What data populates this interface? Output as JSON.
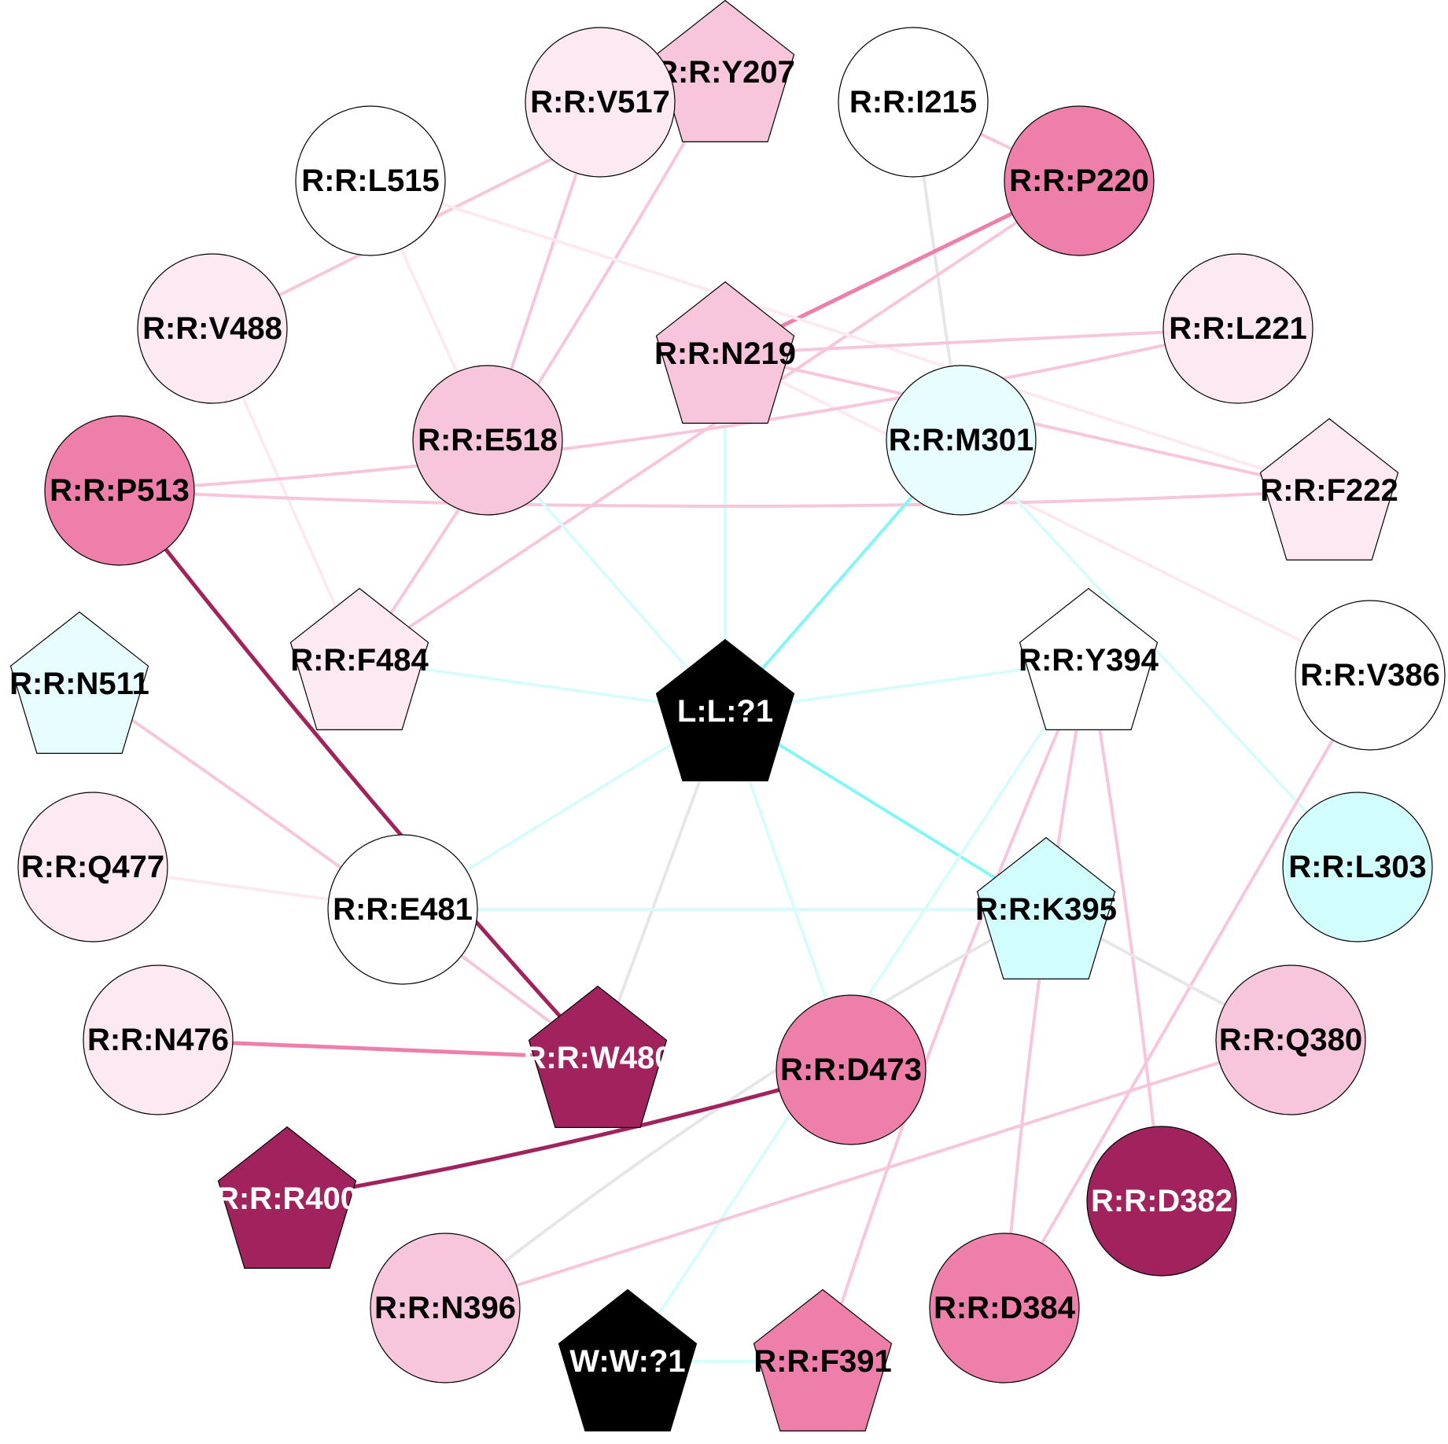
{
  "colors": {
    "white": "#ffffff",
    "light_pink": "#fde9f1",
    "pink": "#f8c6dc",
    "hot_pink": "#ee7fab",
    "magenta": "#a0235e",
    "light_cyan": "#e8fdfd",
    "cyan": "#d2fdfd",
    "black": "#000000",
    "edge_grey": "#e6e6e6",
    "edge_cyan_faint": "#d8fcfc",
    "edge_cyan": "#84f6f6"
  },
  "nodes": [
    {
      "id": "Y207",
      "label": "R:R:Y207",
      "shape": "pentagon",
      "fill": "pink",
      "text": "black"
    },
    {
      "id": "V517",
      "label": "R:R:V517",
      "shape": "circle",
      "fill": "light_pink",
      "text": "black"
    },
    {
      "id": "I215",
      "label": "R:R:I215",
      "shape": "circle",
      "fill": "white",
      "text": "black"
    },
    {
      "id": "L515",
      "label": "R:R:L515",
      "shape": "circle",
      "fill": "white",
      "text": "black"
    },
    {
      "id": "P220",
      "label": "R:R:P220",
      "shape": "circle",
      "fill": "hot_pink",
      "text": "black"
    },
    {
      "id": "V488",
      "label": "R:R:V488",
      "shape": "circle",
      "fill": "light_pink",
      "text": "black"
    },
    {
      "id": "N219",
      "label": "R:R:N219",
      "shape": "pentagon",
      "fill": "pink",
      "text": "black"
    },
    {
      "id": "L221",
      "label": "R:R:L221",
      "shape": "circle",
      "fill": "light_pink",
      "text": "black"
    },
    {
      "id": "E518",
      "label": "R:R:E518",
      "shape": "circle",
      "fill": "pink",
      "text": "black"
    },
    {
      "id": "M301",
      "label": "R:R:M301",
      "shape": "circle",
      "fill": "light_cyan",
      "text": "black"
    },
    {
      "id": "P513",
      "label": "R:R:P513",
      "shape": "circle",
      "fill": "hot_pink",
      "text": "black"
    },
    {
      "id": "F222",
      "label": "R:R:F222",
      "shape": "pentagon",
      "fill": "light_pink",
      "text": "black"
    },
    {
      "id": "F484",
      "label": "R:R:F484",
      "shape": "pentagon",
      "fill": "light_pink",
      "text": "black"
    },
    {
      "id": "N511",
      "label": "R:R:N511",
      "shape": "pentagon",
      "fill": "light_cyan",
      "text": "black"
    },
    {
      "id": "L1",
      "label": "L:L:?1",
      "shape": "pentagon",
      "fill": "black",
      "text": "white"
    },
    {
      "id": "Y394",
      "label": "R:R:Y394",
      "shape": "pentagon",
      "fill": "white",
      "text": "black"
    },
    {
      "id": "V386",
      "label": "R:R:V386",
      "shape": "circle",
      "fill": "white",
      "text": "black"
    },
    {
      "id": "Q477",
      "label": "R:R:Q477",
      "shape": "circle",
      "fill": "light_pink",
      "text": "black"
    },
    {
      "id": "E481",
      "label": "R:R:E481",
      "shape": "circle",
      "fill": "white",
      "text": "black"
    },
    {
      "id": "K395",
      "label": "R:R:K395",
      "shape": "pentagon",
      "fill": "cyan",
      "text": "black"
    },
    {
      "id": "L303",
      "label": "R:R:L303",
      "shape": "circle",
      "fill": "cyan",
      "text": "black"
    },
    {
      "id": "N476",
      "label": "R:R:N476",
      "shape": "circle",
      "fill": "light_pink",
      "text": "black"
    },
    {
      "id": "W480",
      "label": "R:R:W480",
      "shape": "pentagon",
      "fill": "magenta",
      "text": "white"
    },
    {
      "id": "D473",
      "label": "R:R:D473",
      "shape": "circle",
      "fill": "hot_pink",
      "text": "black"
    },
    {
      "id": "Q380",
      "label": "R:R:Q380",
      "shape": "circle",
      "fill": "pink",
      "text": "black"
    },
    {
      "id": "R400",
      "label": "R:R:R400",
      "shape": "pentagon",
      "fill": "magenta",
      "text": "white"
    },
    {
      "id": "D382",
      "label": "R:R:D382",
      "shape": "circle",
      "fill": "magenta",
      "text": "white"
    },
    {
      "id": "N396",
      "label": "R:R:N396",
      "shape": "circle",
      "fill": "pink",
      "text": "black"
    },
    {
      "id": "D384",
      "label": "R:R:D384",
      "shape": "circle",
      "fill": "hot_pink",
      "text": "black"
    },
    {
      "id": "W1",
      "label": "W:W:?1",
      "shape": "pentagon",
      "fill": "black",
      "text": "white"
    },
    {
      "id": "F391",
      "label": "R:R:F391",
      "shape": "pentagon",
      "fill": "hot_pink",
      "text": "black"
    }
  ],
  "edges": [
    {
      "from": "I215",
      "to": "P220",
      "color": "pink"
    },
    {
      "from": "I215",
      "to": "M301",
      "color": "edge_grey"
    },
    {
      "from": "P220",
      "to": "N219",
      "color": "hot_pink"
    },
    {
      "from": "P220",
      "to": "F484",
      "color": "pink"
    },
    {
      "from": "Y207",
      "to": "V488",
      "color": "pink"
    },
    {
      "from": "Y207",
      "to": "F484",
      "color": "pink"
    },
    {
      "from": "V517",
      "to": "E518",
      "color": "pink"
    },
    {
      "from": "L515",
      "to": "E518",
      "color": "light_pink"
    },
    {
      "from": "L515",
      "to": "F222",
      "color": "light_pink"
    },
    {
      "from": "V488",
      "to": "F484",
      "color": "light_pink"
    },
    {
      "from": "N219",
      "to": "L221",
      "color": "pink"
    },
    {
      "from": "N219",
      "to": "F222",
      "color": "pink"
    },
    {
      "from": "N219",
      "to": "V386",
      "color": "light_pink"
    },
    {
      "from": "N219",
      "to": "L1",
      "color": "edge_cyan_faint"
    },
    {
      "from": "L221",
      "to": "P513",
      "color": "pink"
    },
    {
      "from": "F222",
      "to": "P513",
      "color": "pink"
    },
    {
      "from": "E518",
      "to": "L1",
      "color": "edge_cyan_faint"
    },
    {
      "from": "M301",
      "to": "L1",
      "color": "edge_cyan"
    },
    {
      "from": "M301",
      "to": "L303",
      "color": "edge_cyan_faint"
    },
    {
      "from": "P513",
      "to": "W480",
      "color": "magenta"
    },
    {
      "from": "F484",
      "to": "L1",
      "color": "edge_cyan_faint"
    },
    {
      "from": "N511",
      "to": "W480",
      "color": "pink"
    },
    {
      "from": "L1",
      "to": "Y394",
      "color": "edge_cyan_faint"
    },
    {
      "from": "L1",
      "to": "E481",
      "color": "edge_cyan_faint"
    },
    {
      "from": "L1",
      "to": "K395",
      "color": "edge_cyan"
    },
    {
      "from": "L1",
      "to": "W480",
      "color": "edge_grey"
    },
    {
      "from": "L1",
      "to": "D473",
      "color": "edge_cyan_faint"
    },
    {
      "from": "Y394",
      "to": "W1",
      "color": "edge_cyan_faint"
    },
    {
      "from": "Y394",
      "to": "F391",
      "color": "pink"
    },
    {
      "from": "Y394",
      "to": "D384",
      "color": "pink"
    },
    {
      "from": "Y394",
      "to": "D382",
      "color": "pink"
    },
    {
      "from": "V386",
      "to": "D384",
      "color": "pink"
    },
    {
      "from": "Q477",
      "to": "E481",
      "color": "light_pink"
    },
    {
      "from": "E481",
      "to": "K395",
      "color": "edge_cyan_faint"
    },
    {
      "from": "K395",
      "to": "N396",
      "color": "edge_grey"
    },
    {
      "from": "K395",
      "to": "Q380",
      "color": "edge_grey"
    },
    {
      "from": "N476",
      "to": "W480",
      "color": "hot_pink"
    },
    {
      "from": "D473",
      "to": "R400",
      "color": "magenta"
    },
    {
      "from": "Q380",
      "to": "N396",
      "color": "pink"
    },
    {
      "from": "W1",
      "to": "F391",
      "color": "edge_cyan_faint"
    }
  ]
}
